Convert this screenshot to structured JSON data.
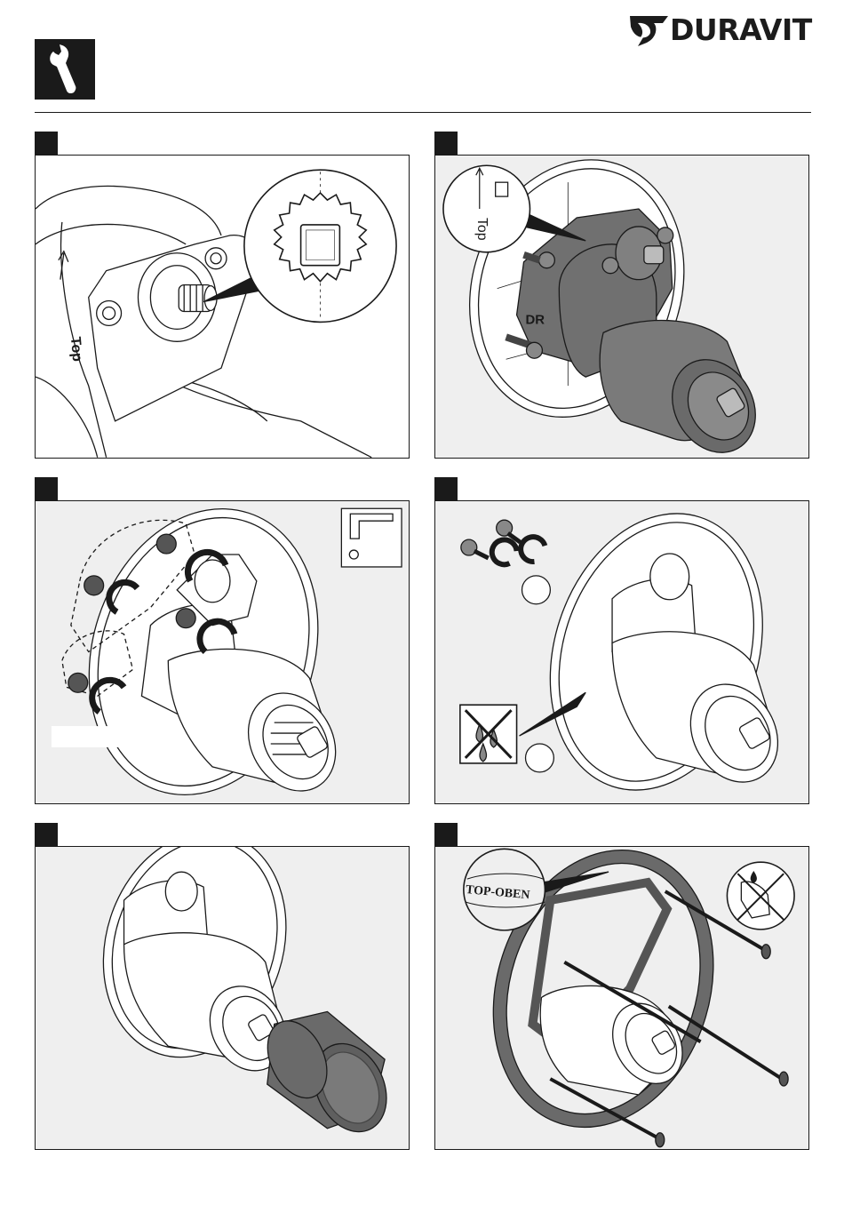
{
  "brand": {
    "name": "DURAVIT",
    "text_color": "#1c1c1c"
  },
  "header": {
    "section_icon": "wrench-icon"
  },
  "colors": {
    "step_tab": "#1a1a1a",
    "panel_gray_bg": "#efefef",
    "part_dark": "#707070",
    "cover_dark": "#6a6a6a"
  },
  "steps": [
    {
      "id": 1,
      "callout": "Top"
    },
    {
      "id": 2,
      "callout": "Top",
      "marking": "DR"
    },
    {
      "id": 3,
      "tool": "allen-key-icon"
    },
    {
      "id": 4,
      "symbols": [
        "x-mark-icon",
        "water-drops-icon"
      ]
    },
    {
      "id": 5
    },
    {
      "id": 6,
      "callout": "TOP-OBEN",
      "symbols": [
        "no-grease-icon"
      ]
    }
  ]
}
